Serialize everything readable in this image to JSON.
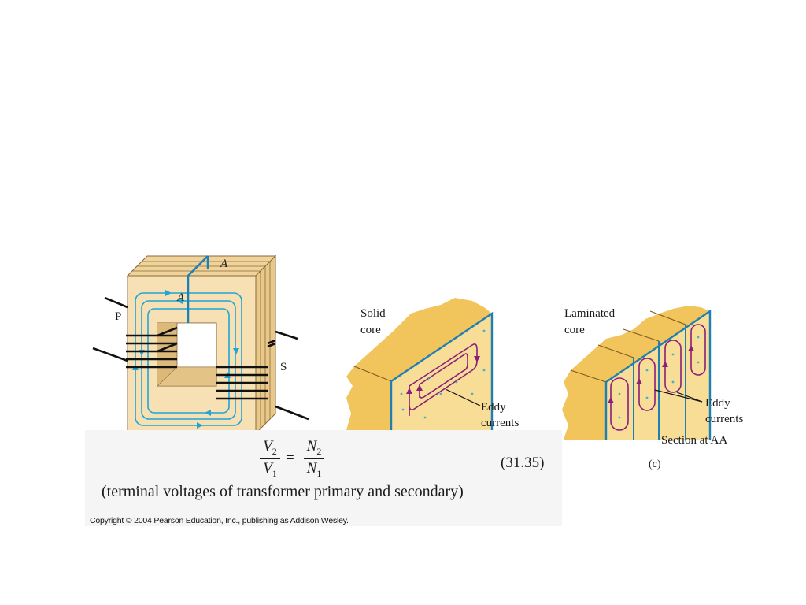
{
  "transformer": {
    "section_label_top": "A",
    "section_label_mid": "A",
    "primary_label": "P",
    "secondary_label": "S"
  },
  "solid_core": {
    "title_line1": "Solid",
    "title_line2": "core",
    "eddy_line1": "Eddy",
    "eddy_line2": "currents"
  },
  "laminated_core": {
    "title_line1": "Laminated",
    "title_line2": "core",
    "eddy_line1": "Eddy",
    "eddy_line2": "currents",
    "section_caption": "Section at AA",
    "part_label": "(c)"
  },
  "equation": {
    "numerator_left": "V",
    "numerator_left_sub": "2",
    "denominator_left": "V",
    "denominator_left_sub": "1",
    "equals": "=",
    "numerator_right": "N",
    "numerator_right_sub": "2",
    "denominator_right": "N",
    "denominator_right_sub": "1",
    "number": "(31.35)",
    "description": "(terminal voltages of transformer primary and secondary)"
  },
  "copyright": "Copyright © 2004 Pearson Education, Inc., publishing as Addison Wesley.",
  "colors": {
    "core_fill": "#f5deb0",
    "core_edge": "#8a6a3a",
    "flux": "#1fa6d6",
    "eddy": "#8a1f7a",
    "block": "#f2c45c",
    "block_front": "#f7dd96",
    "block_edge": "#1e7fb5"
  }
}
